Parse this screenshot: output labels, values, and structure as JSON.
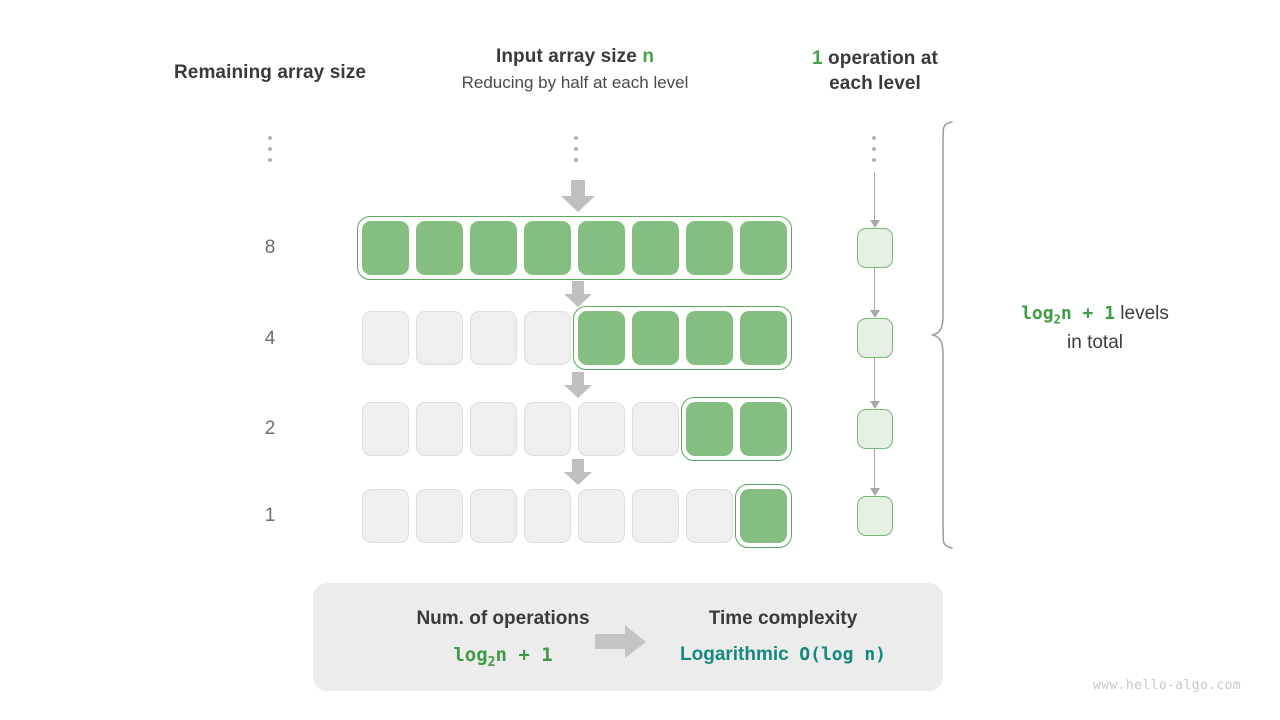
{
  "headers": {
    "left": "Remaining array size",
    "middle_title_prefix": "Input array size ",
    "middle_title_accent": "n",
    "middle_subtitle": "Reducing by half at each level",
    "right_accent": "1",
    "right_line1": " operation at",
    "right_line2": "each level"
  },
  "colors": {
    "green_fill": "#84bf81",
    "green_border": "#5aa85c",
    "green_light_fill": "#e6f0e3",
    "green_light_border": "#78b877",
    "gray_fill": "#efefef",
    "gray_border": "#dedede",
    "arrow_gray": "#bfbfbf",
    "accent_green": "#3f9c45",
    "teal": "#16897f"
  },
  "ellipsis": {
    "label": "vertical-ellipsis",
    "dots": 3
  },
  "rows": [
    {
      "label": "8",
      "total_cells": 8,
      "filled_cells": 8,
      "first_filled_index": 0
    },
    {
      "label": "4",
      "total_cells": 8,
      "filled_cells": 4,
      "first_filled_index": 4
    },
    {
      "label": "2",
      "total_cells": 8,
      "filled_cells": 2,
      "first_filled_index": 6
    },
    {
      "label": "1",
      "total_cells": 8,
      "filled_cells": 1,
      "first_filled_index": 7
    }
  ],
  "operations": {
    "boxes": 4,
    "value_per_level": "1"
  },
  "right_note": {
    "formula_main": "log",
    "formula_sub": "2",
    "formula_rest": "n + 1",
    "text_after": "  levels",
    "line2": "in total"
  },
  "summary": {
    "left_title": "Num. of operations",
    "left_formula_main": "log",
    "left_formula_sub": "2",
    "left_formula_rest": "n + 1",
    "arrow": "right-arrow-icon",
    "right_title": "Time complexity",
    "right_value_word": "Logarithmic",
    "right_value_mono": "O(log n)"
  },
  "watermark": "www.hello-algo.com"
}
